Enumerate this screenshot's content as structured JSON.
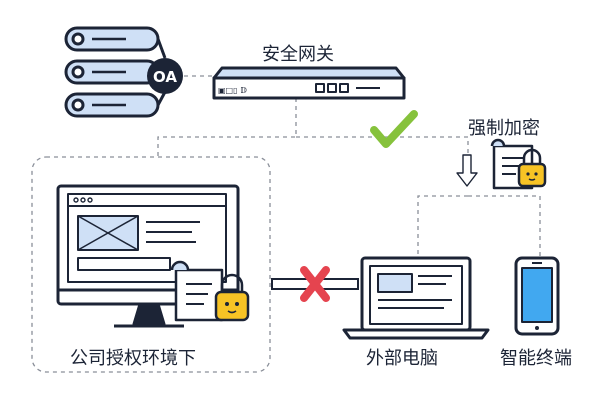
{
  "labels": {
    "gateway": "安全网关",
    "encrypt": "强制加密",
    "company": "公司授权环境下",
    "external_pc": "外部电脑",
    "smart_terminal": "智能终端",
    "oa_badge": "OA"
  },
  "colors": {
    "navy": "#1c2436",
    "blue_fill": "#cfe0f6",
    "lock_yellow": "#f7c325",
    "check_green": "#86c23c",
    "x_red": "#e5444f",
    "phone_blue": "#41a8f0",
    "dash_gray": "#8a8f99"
  },
  "icons": {
    "oa_servers": "server-stack-icon",
    "gateway_device": "network-gateway-icon",
    "check": "checkmark-icon",
    "encrypt_doc": "locked-document-icon",
    "down_arrow": "down-arrow-icon",
    "desktop": "desktop-monitor-icon",
    "laptop": "laptop-icon",
    "phone": "smartphone-icon",
    "blocked": "x-mark-icon"
  }
}
